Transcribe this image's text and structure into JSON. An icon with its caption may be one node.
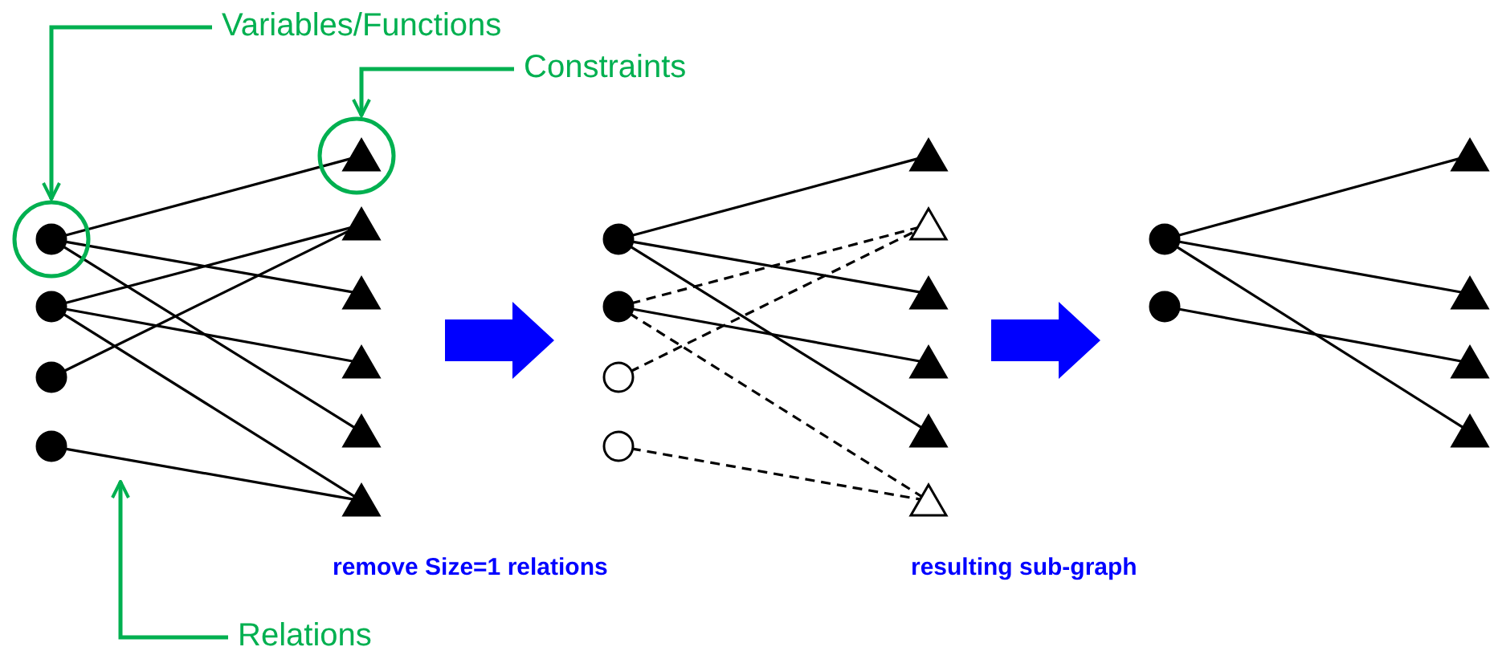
{
  "diagram": {
    "nodes": [
      {
        "text": [
          "Variables/Functions"
        ]
      },
      {
        "text": [
          "Constraints"
        ]
      },
      {
        "text": [],
        "shape": "circle"
      },
      {
        "text": [],
        "shape": "circle"
      },
      {
        "text": [],
        "shape": "circle"
      },
      {
        "text": [],
        "shape": "circle"
      },
      {
        "text": [],
        "shape": "triangle"
      },
      {
        "text": [],
        "shape": "triangle"
      },
      {
        "text": [],
        "shape": "triangle"
      },
      {
        "text": [],
        "shape": "triangle"
      },
      {
        "text": [],
        "shape": "triangle"
      },
      {
        "text": [],
        "shape": "triangle"
      },
      {
        "text": [],
        "shape": "circle"
      },
      {
        "text": [],
        "shape": "circle"
      },
      {
        "text": [],
        "shape": "circle"
      },
      {
        "text": [],
        "shape": "circle"
      },
      {
        "text": [],
        "shape": "triangle"
      },
      {
        "text": [],
        "shape": "triangle"
      },
      {
        "text": [],
        "shape": "triangle"
      },
      {
        "text": [],
        "shape": "triangle"
      },
      {
        "text": [],
        "shape": "triangle"
      },
      {
        "text": [],
        "shape": "triangle"
      },
      {
        "text": [],
        "shape": "circle"
      },
      {
        "text": [],
        "shape": "circle"
      },
      {
        "text": [],
        "shape": "triangle"
      },
      {
        "text": [],
        "shape": "triangle"
      },
      {
        "text": [],
        "shape": "triangle"
      },
      {
        "text": [],
        "shape": "triangle"
      },
      {
        "text": [
          "Relations"
        ]
      }
    ],
    "edges": [
      {
        "from": 2,
        "to": 6,
        "arrow": "none"
      },
      {
        "from": 2,
        "to": 8,
        "arrow": "none"
      },
      {
        "from": 2,
        "to": 10,
        "arrow": "none"
      },
      {
        "from": 3,
        "to": 7,
        "arrow": "none"
      },
      {
        "from": 3,
        "to": 9,
        "arrow": "none"
      },
      {
        "from": 3,
        "to": 11,
        "arrow": "none"
      },
      {
        "from": 4,
        "to": 7,
        "arrow": "none"
      },
      {
        "from": 5,
        "to": 11,
        "arrow": "none"
      },
      {
        "from": 12,
        "to": 16,
        "arrow": "none"
      },
      {
        "from": 12,
        "to": 18,
        "arrow": "none"
      },
      {
        "from": 12,
        "to": 20,
        "arrow": "none"
      },
      {
        "from": 13,
        "to": 17,
        "arrow": "none",
        "style": "dashed"
      },
      {
        "from": 13,
        "to": 19,
        "arrow": "none"
      },
      {
        "from": 13,
        "to": 21,
        "arrow": "none",
        "style": "dashed"
      },
      {
        "from": 14,
        "to": 17,
        "arrow": "none",
        "style": "dashed"
      },
      {
        "from": 15,
        "to": 21,
        "arrow": "none",
        "style": "dashed"
      },
      {
        "from": 22,
        "to": 24,
        "arrow": "none"
      },
      {
        "from": 22,
        "to": 25,
        "arrow": "none"
      },
      {
        "from": 22,
        "to": 27,
        "arrow": "none"
      },
      {
        "from": 23,
        "to": 26,
        "arrow": "none"
      },
      {
        "from": 0,
        "to": 2,
        "arrow": "to",
        "color": "#00b050"
      },
      {
        "from": 1,
        "to": 6,
        "arrow": "to",
        "color": "#00b050"
      },
      {
        "from": 28,
        "to": null,
        "arrow": "to",
        "color": "#00b050"
      }
    ],
    "labels": [
      "remove Size=1 relations",
      "resulting sub-graph"
    ]
  }
}
